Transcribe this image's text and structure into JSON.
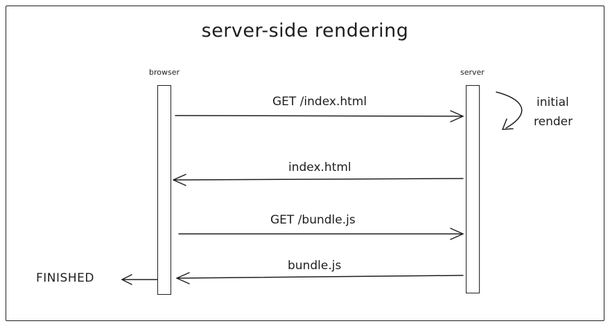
{
  "title": "server-side rendering",
  "actors": {
    "browser": "browser",
    "server": "server"
  },
  "messages": [
    {
      "label": "GET /index.html",
      "from": "browser",
      "to": "server"
    },
    {
      "label": "index.html",
      "from": "server",
      "to": "browser"
    },
    {
      "label": "GET /bundle.js",
      "from": "browser",
      "to": "server"
    },
    {
      "label": "bundle.js",
      "from": "server",
      "to": "browser"
    }
  ],
  "server_note": {
    "line1": "initial",
    "line2": "render"
  },
  "end_label": "FINISHED",
  "colors": {
    "stroke": "#1e1e1e",
    "background": "#ffffff"
  }
}
